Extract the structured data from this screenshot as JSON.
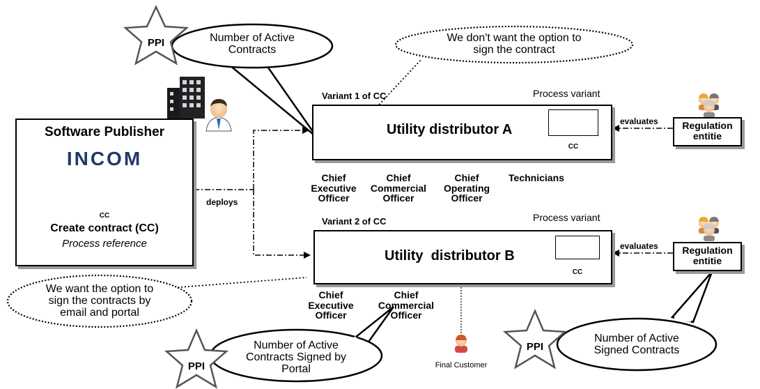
{
  "publisher": {
    "title": "Software Publisher",
    "brand": "INCOM",
    "cc_label": "CC",
    "process_name": "Create contract (CC)",
    "process_sub": "Process reference"
  },
  "edges": {
    "deploys": "deploys",
    "evaluates_a": "evaluates",
    "evaluates_b": "evaluates"
  },
  "variant_a": {
    "variant_label": "Variant 1 of CC",
    "process_variant": "Process variant",
    "title": "Utility distributor A",
    "cc_label": "CC",
    "roles": [
      {
        "lines": [
          "Chief",
          "Executive",
          "Officer"
        ]
      },
      {
        "lines": [
          "Chief",
          "Commercial",
          "Officer"
        ]
      },
      {
        "lines": [
          "Chief",
          "Operating",
          "Officer"
        ]
      },
      {
        "lines": [
          "Technicians"
        ]
      }
    ]
  },
  "variant_b": {
    "variant_label": "Variant 2 of CC",
    "process_variant": "Process variant",
    "title": "Utility  distributor B",
    "cc_label": "CC",
    "roles": [
      {
        "lines": [
          "Chief",
          "Executive",
          "Officer"
        ]
      },
      {
        "lines": [
          "Chief",
          "Commercial",
          "Officer"
        ]
      }
    ],
    "final_customer": "Final Customer"
  },
  "regulation": {
    "a": [
      "Regulation",
      "entitie"
    ],
    "b": [
      "Regulation",
      "entitie"
    ]
  },
  "ppi": {
    "badge": "PPI",
    "active_contracts": [
      "Number of Active",
      "Contracts"
    ],
    "signed_by_portal": [
      "Number of Active",
      "Contracts Signed by",
      "Portal"
    ],
    "signed_contracts": [
      "Number of Active",
      "Signed Contracts"
    ]
  },
  "thoughts": {
    "no_sign": [
      "We don't want the option to",
      "sign the contract"
    ],
    "want_sign": [
      "We want the option to",
      "sign the contracts by",
      "email and portal"
    ]
  }
}
